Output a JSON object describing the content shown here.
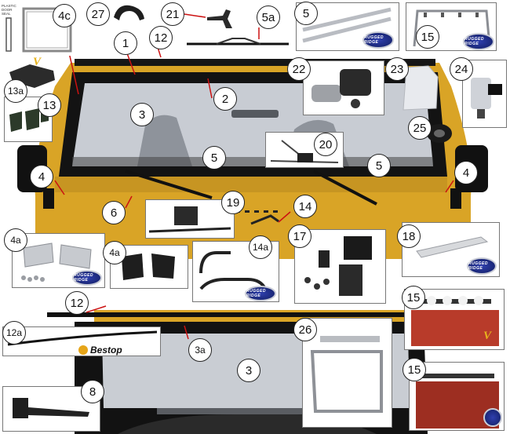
{
  "callouts": [
    "1",
    "2",
    "3",
    "4",
    "4",
    "4a",
    "4a",
    "4c",
    "5",
    "5",
    "5",
    "5a",
    "6",
    "8",
    "12",
    "12",
    "12a",
    "13",
    "13a",
    "14",
    "14a",
    "15",
    "15",
    "15",
    "17",
    "18",
    "19",
    "20",
    "21",
    "22",
    "23",
    "24",
    "25",
    "26",
    "27",
    "3",
    "3a"
  ],
  "seal_label": "PLASTIC DOOR SEAL",
  "logos": {
    "rrc": "RUGGED RIDGE",
    "bestop": "Bestop",
    "vtt": "V"
  },
  "colors": {
    "body_yellow": "#d9a426",
    "glass": "#d2d6dc",
    "frame_black": "#1a1a1a",
    "rrc_blue": "#1f2d8c"
  }
}
